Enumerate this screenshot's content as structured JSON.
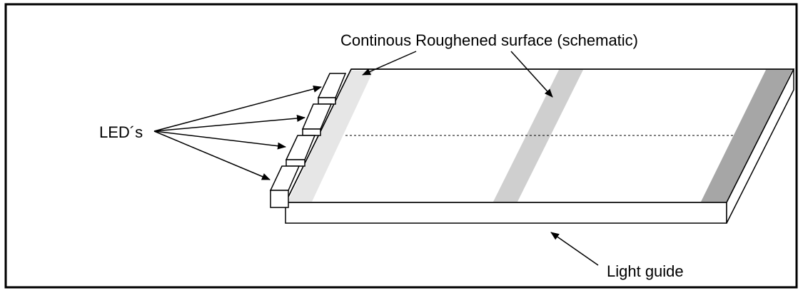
{
  "labels": {
    "surface": "Continous Roughened surface (schematic)",
    "leds": "LED´s",
    "light_guide": "Light guide"
  },
  "colors": {
    "frame": "#000000",
    "band_light": "#e6e6e6",
    "band_mid": "#cfcfcf",
    "band_dark": "#a6a6a6",
    "background": "#ffffff"
  }
}
